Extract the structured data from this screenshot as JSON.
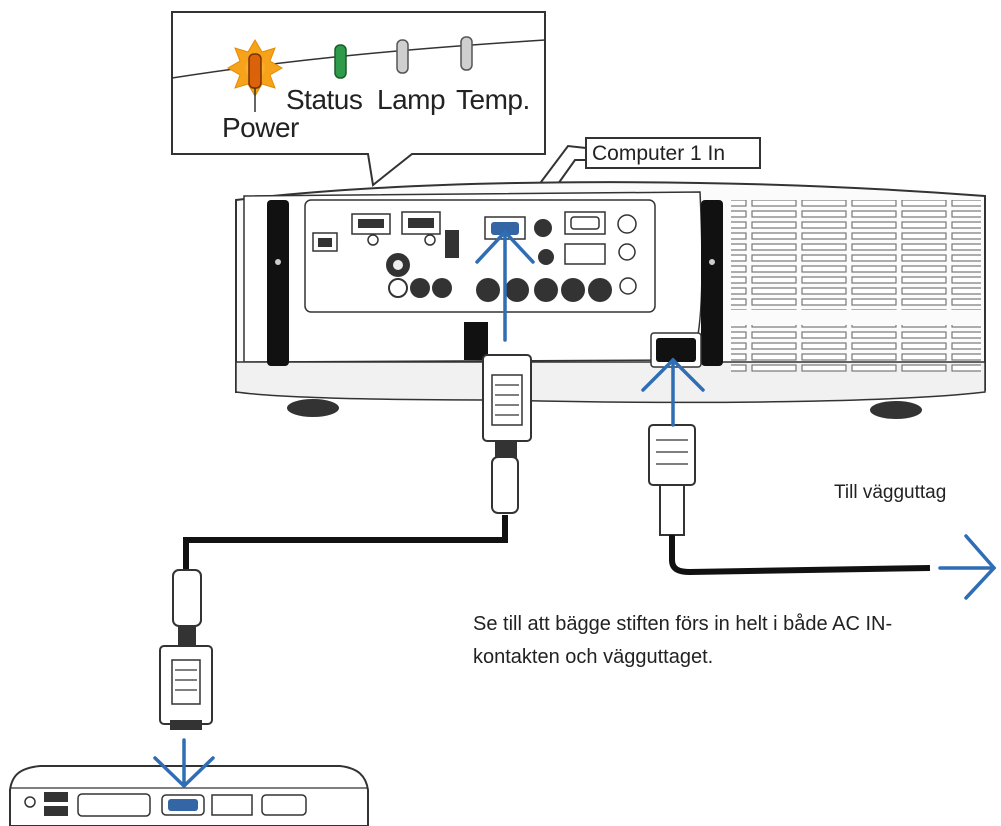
{
  "indicators": {
    "power": "Power",
    "status": "Status",
    "lamp": "Lamp",
    "temp": "Temp."
  },
  "callout": {
    "port": "Computer 1 In"
  },
  "labels": {
    "wall_outlet": "Till vägguttag",
    "note_line1": "Se till att bägge stiften förs in helt i både AC IN-",
    "note_line2": "kontakten och vägguttaget."
  },
  "colors": {
    "arrow": "#2f6db5",
    "power_led": "#f5a623",
    "status_led": "#2e9a4a",
    "outline": "#333333"
  }
}
